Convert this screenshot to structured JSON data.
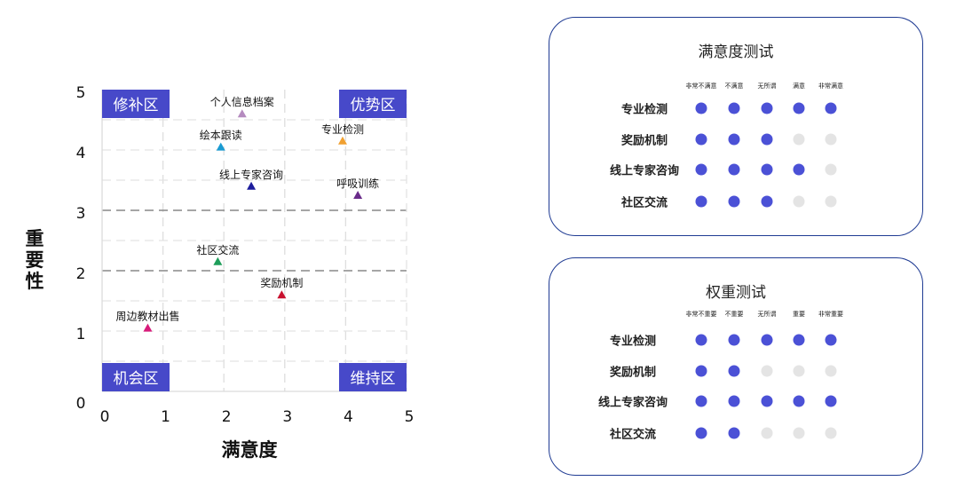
{
  "chart_data": {
    "type": "scatter",
    "xlabel": "满意度",
    "ylabel": "重要性",
    "xlim": [
      0,
      5
    ],
    "ylim": [
      0,
      5
    ],
    "xticks": [
      0,
      1,
      2,
      3,
      4,
      5
    ],
    "yticks": [
      0,
      1,
      2,
      3,
      4,
      5
    ],
    "dashed_lines_y": [
      2,
      3
    ],
    "points": [
      {
        "label": "个人信息档案",
        "x": 2.3,
        "y": 4.6,
        "color": "#b58bbf"
      },
      {
        "label": "绘本跟读",
        "x": 1.95,
        "y": 4.05,
        "color": "#1a9bd2"
      },
      {
        "label": "专业检测",
        "x": 3.95,
        "y": 4.15,
        "color": "#f0a030"
      },
      {
        "label": "线上专家咨询",
        "x": 2.45,
        "y": 3.4,
        "color": "#1c1c9c"
      },
      {
        "label": "呼吸训练",
        "x": 4.2,
        "y": 3.25,
        "color": "#6a2c8a"
      },
      {
        "label": "社区交流",
        "x": 1.9,
        "y": 2.15,
        "color": "#1e9e5a"
      },
      {
        "label": "奖励机制",
        "x": 2.95,
        "y": 1.6,
        "color": "#c8102e"
      },
      {
        "label": "周边教材出售",
        "x": 0.75,
        "y": 1.05,
        "color": "#d81b7a"
      }
    ],
    "quadrants": {
      "top_left": "修补区",
      "top_right": "优势区",
      "bottom_left": "机会区",
      "bottom_right": "维持区"
    },
    "quadrant_color": "#4749c9"
  },
  "satisfaction_panel": {
    "title": "满意度测试",
    "headers": [
      "非常不满意",
      "不满意",
      "无所谓",
      "满意",
      "非常满意"
    ],
    "rows": [
      {
        "label": "专业检测",
        "level": 5
      },
      {
        "label": "奖励机制",
        "level": 3
      },
      {
        "label": "线上专家咨询",
        "level": 4
      },
      {
        "label": "社区交流",
        "level": 3
      }
    ]
  },
  "weight_panel": {
    "title": "权重测试",
    "headers": [
      "非常不重要",
      "不重要",
      "无所谓",
      "重要",
      "非常重要"
    ],
    "rows": [
      {
        "label": "专业检测",
        "level": 5
      },
      {
        "label": "奖励机制",
        "level": 2
      },
      {
        "label": "线上专家咨询",
        "level": 5
      },
      {
        "label": "社区交流",
        "level": 2
      }
    ]
  },
  "colors": {
    "dot_on": "#4b51d6",
    "dot_off": "#e4e4e4",
    "panel_border": "#1f3b93"
  }
}
